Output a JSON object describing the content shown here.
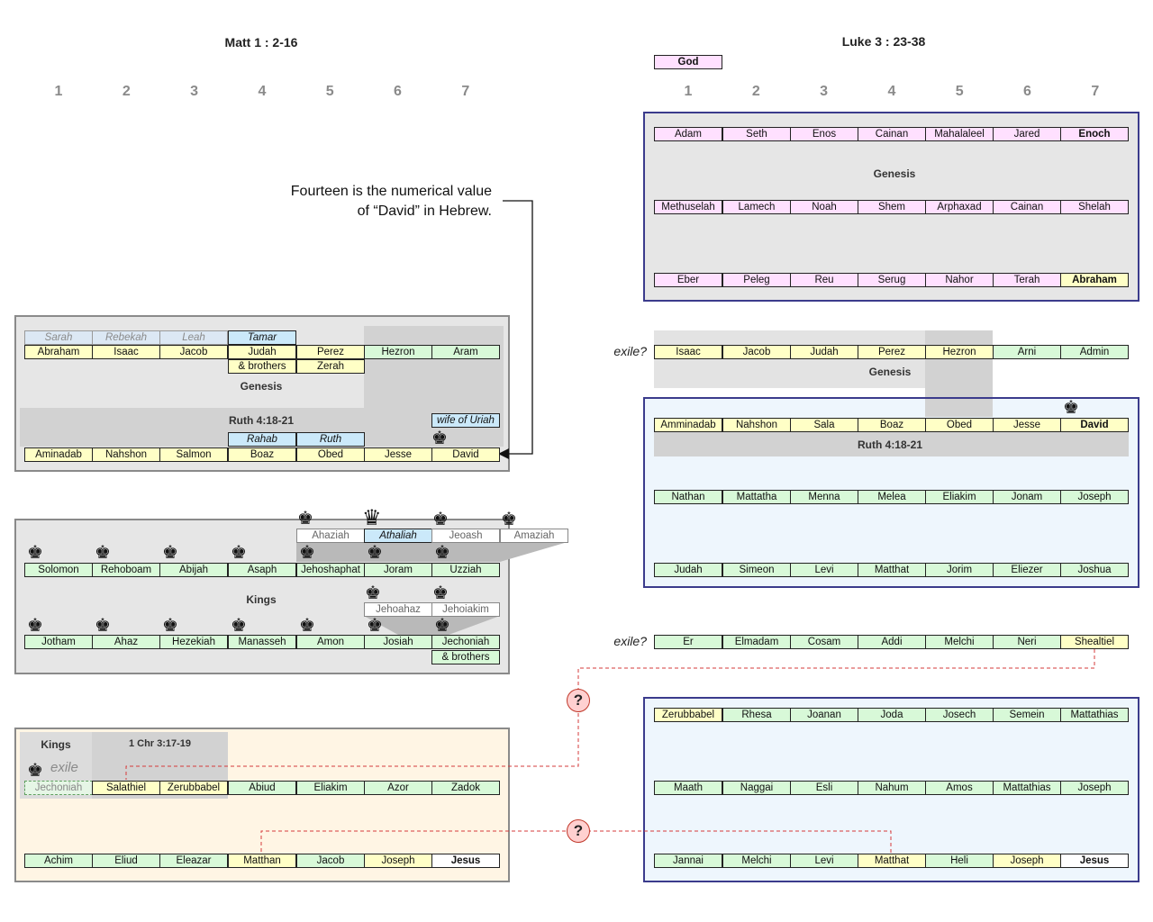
{
  "titles": {
    "matt": "Matt 1 : 2-16",
    "luke": "Luke 3 : 23-38"
  },
  "column_numbers": [
    "1",
    "2",
    "3",
    "4",
    "5",
    "6",
    "7"
  ],
  "god": "God",
  "note": {
    "line1": "Fourteen is the numerical value",
    "line2": "of “David” in Hebrew."
  },
  "labels": {
    "genesis": "Genesis",
    "ruth": "Ruth 4:18-21",
    "kings": "Kings",
    "chr": "1 Chr 3:17-19",
    "exile": "exile",
    "exile_q": "exile?",
    "question": "?"
  },
  "matt": {
    "women_top": [
      "Sarah",
      "Rebekah",
      "Leah",
      "Tamar"
    ],
    "row1": [
      "Abraham",
      "Isaac",
      "Jacob",
      "Judah",
      "Perez",
      "Hezron",
      "Aram"
    ],
    "row1b": [
      "& brothers",
      "Zerah"
    ],
    "wife_of_uriah": "wife of Uriah",
    "women_mid": [
      "Rahab",
      "Ruth"
    ],
    "row2": [
      "Aminadab",
      "Nahshon",
      "Salmon",
      "Boaz",
      "Obed",
      "Jesse",
      "David"
    ],
    "kings_extra_top": [
      "Ahaziah",
      "Athaliah",
      "Jeoash",
      "Amaziah"
    ],
    "kings1": [
      "Solomon",
      "Rehoboam",
      "Abijah",
      "Asaph",
      "Jehoshaphat",
      "Joram",
      "Uzziah"
    ],
    "kings_extra_mid": [
      "Jehoahaz",
      "Jehoiakim"
    ],
    "kings2": [
      "Jotham",
      "Ahaz",
      "Hezekiah",
      "Manasseh",
      "Amon",
      "Josiah",
      "Jechoniah"
    ],
    "kings2b": "& brothers",
    "exile_row": [
      "Jechoniah",
      "Salathiel",
      "Zerubbabel",
      "Abiud",
      "Eliakim",
      "Azor",
      "Zadok"
    ],
    "last_row": [
      "Achim",
      "Eliud",
      "Eleazar",
      "Matthan",
      "Jacob",
      "Joseph",
      "Jesus"
    ]
  },
  "luke": {
    "g1": [
      "Adam",
      "Seth",
      "Enos",
      "Cainan",
      "Mahalaleel",
      "Jared",
      "Enoch"
    ],
    "g2": [
      "Methuselah",
      "Lamech",
      "Noah",
      "Shem",
      "Arphaxad",
      "Cainan",
      "Shelah"
    ],
    "g3": [
      "Eber",
      "Peleg",
      "Reu",
      "Serug",
      "Nahor",
      "Terah",
      "Abraham"
    ],
    "r4": [
      "Isaac",
      "Jacob",
      "Judah",
      "Perez",
      "Hezron",
      "Arni",
      "Admin"
    ],
    "r5": [
      "Amminadab",
      "Nahshon",
      "Sala",
      "Boaz",
      "Obed",
      "Jesse",
      "David"
    ],
    "r6": [
      "Nathan",
      "Mattatha",
      "Menna",
      "Melea",
      "Eliakim",
      "Jonam",
      "Joseph"
    ],
    "r7": [
      "Judah",
      "Simeon",
      "Levi",
      "Matthat",
      "Jorim",
      "Eliezer",
      "Joshua"
    ],
    "r8": [
      "Er",
      "Elmadam",
      "Cosam",
      "Addi",
      "Melchi",
      "Neri",
      "Shealtiel"
    ],
    "r9": [
      "Zerubbabel",
      "Rhesa",
      "Joanan",
      "Joda",
      "Josech",
      "Semein",
      "Mattathias"
    ],
    "r10": [
      "Maath",
      "Naggai",
      "Esli",
      "Nahum",
      "Amos",
      "Mattathias",
      "Joseph"
    ],
    "r11": [
      "Jannai",
      "Melchi",
      "Levi",
      "Matthat",
      "Heli",
      "Joseph",
      "Jesus"
    ]
  },
  "colors": {
    "yellow": "#ffffc6",
    "green": "#d8f9d8",
    "pink": "#ffe0ff",
    "blue": "#cbe9fa",
    "link_red": "#d63b3b",
    "panel_blue": "#3b3b8c"
  }
}
